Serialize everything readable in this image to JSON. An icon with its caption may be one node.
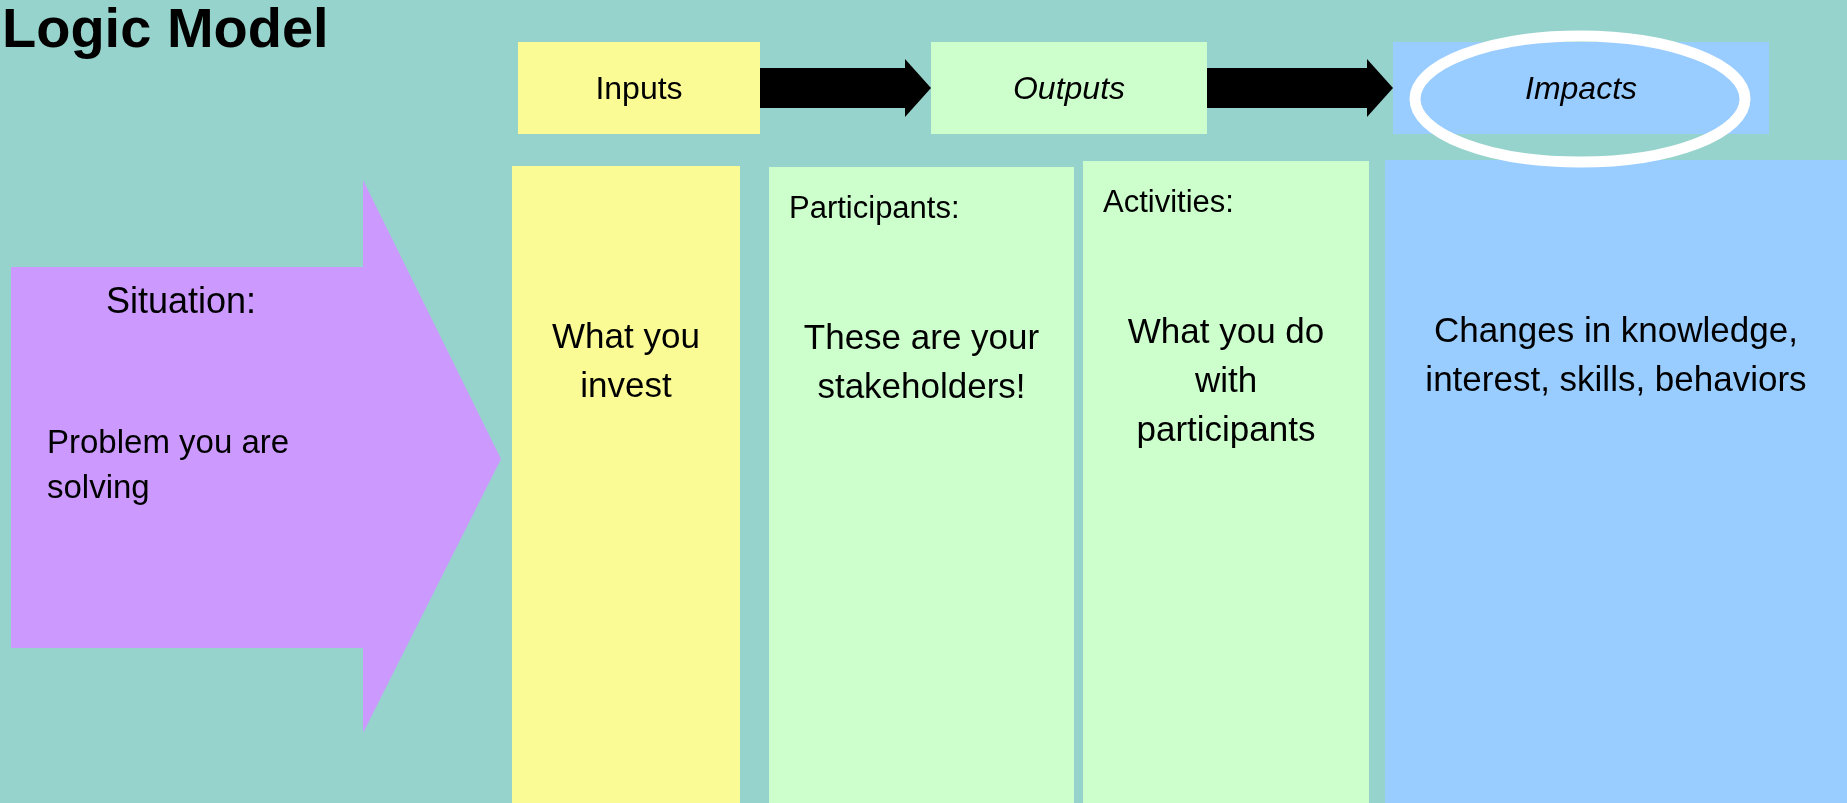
{
  "diagram": {
    "title": "Logic Model",
    "nodes": [
      {
        "text": [
          "Inputs"
        ]
      },
      {
        "text": [
          "Outputs"
        ]
      },
      {
        "text": [
          "Impacts"
        ]
      },
      {
        "text": [
          "Situation:",
          "Problem you are solving"
        ]
      },
      {
        "text": [
          "What you invest"
        ]
      },
      {
        "text": [
          "Participants:",
          "These are your stakeholders!"
        ]
      },
      {
        "text": [
          "Activities:",
          "What you do with participants"
        ]
      },
      {
        "text": [
          "Changes in knowledge, interest, skills, behaviors"
        ]
      }
    ],
    "edges": [
      {
        "from": 0,
        "to": 1,
        "arrow": "to"
      },
      {
        "from": 1,
        "to": 2,
        "arrow": "to"
      }
    ]
  }
}
